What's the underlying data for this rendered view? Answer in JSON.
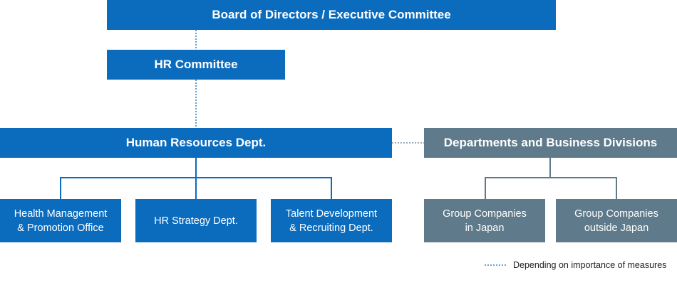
{
  "nodes": {
    "board": "Board of Directors / Executive Committee",
    "hr_committee": "HR Committee",
    "hr_dept": "Human Resources Dept.",
    "departments": "Departments and Business Divisions",
    "health": [
      "Health Management",
      "& Promotion Office"
    ],
    "hr_strategy": "HR Strategy Dept.",
    "talent": [
      "Talent Development",
      "& Recruiting Dept."
    ],
    "group_japan": [
      "Group Companies",
      "in Japan"
    ],
    "group_outside": [
      "Group Companies",
      "outside Japan"
    ]
  },
  "legend": {
    "label": "Depending on importance of measures"
  },
  "colors": {
    "primary": "#0b6bbd",
    "secondary": "#5f7a8a",
    "connector_solid": "#0b6bbd",
    "connector_dotted": "#0b6bbd"
  }
}
